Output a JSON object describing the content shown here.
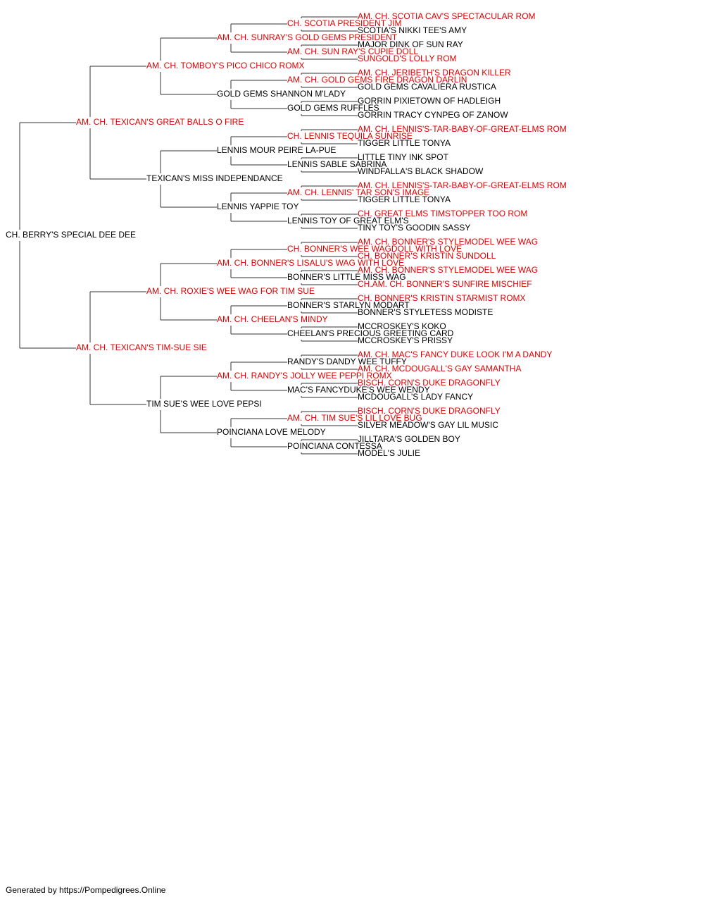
{
  "colors": {
    "champion": "#dd0000",
    "normal": "#000000",
    "line": "#333333"
  },
  "pedigree": {
    "name": "CH. BERRY'S SPECIAL DEE DEE",
    "champion": false,
    "sire": {
      "name": "AM. CH. TEXICAN'S GREAT BALLS O FIRE",
      "champion": true,
      "sire": {
        "name": "AM. CH. TOMBOY'S PICO CHICO ROMX",
        "champion": true,
        "sire": {
          "name": "AM. CH. SUNRAY'S GOLD GEMS PRESIDENT",
          "champion": true,
          "sire": {
            "name": "CH. SCOTIA PRESIDENT JIM",
            "champion": true,
            "sire": {
              "name": "AM. CH. SCOTIA CAV'S SPECTACULAR ROM",
              "champion": true
            },
            "dam": {
              "name": "SCOTIA'S NIKKI TEE'S AMY",
              "champion": false
            }
          },
          "dam": {
            "name": "AM. CH. SUN RAY'S CUPIE DOLL",
            "champion": true,
            "sire": {
              "name": "MAJOR DINK OF SUN RAY",
              "champion": false
            },
            "dam": {
              "name": "SUNGOLD'S LOLLY ROM",
              "champion": true
            }
          }
        },
        "dam": {
          "name": "GOLD GEMS SHANNON M'LADY",
          "champion": false,
          "sire": {
            "name": "AM. CH. GOLD GEMS FIRE DRAGON DARLIN",
            "champion": true,
            "sire": {
              "name": "AM. CH. JERIBETH'S DRAGON KILLER",
              "champion": true
            },
            "dam": {
              "name": "GOLD GEMS CAVALIERA RUSTICA",
              "champion": false
            }
          },
          "dam": {
            "name": "GOLD GEMS RUFFLES",
            "champion": false,
            "sire": {
              "name": "GORRIN PIXIETOWN OF HADLEIGH",
              "champion": false
            },
            "dam": {
              "name": "GORRIN TRACY CYNPEG OF ZANOW",
              "champion": false
            }
          }
        }
      },
      "dam": {
        "name": "TEXICAN'S MISS INDEPENDANCE",
        "champion": false,
        "sire": {
          "name": "LENNIS MOUR PEIRE LA-PUE",
          "champion": false,
          "sire": {
            "name": "CH. LENNIS TEQUILA SUNRISE",
            "champion": true,
            "sire": {
              "name": "AM. CH. LENNIS'S-TAR-BABY-OF-GREAT-ELMS ROM",
              "champion": true
            },
            "dam": {
              "name": "TIGGER LITTLE TONYA",
              "champion": false
            }
          },
          "dam": {
            "name": "LENNIS SABLE SABRINA",
            "champion": false,
            "sire": {
              "name": "LITTLE TINY INK SPOT",
              "champion": false
            },
            "dam": {
              "name": "WINDFALLA'S BLACK SHADOW",
              "champion": false
            }
          }
        },
        "dam": {
          "name": "LENNIS YAPPIE TOY",
          "champion": false,
          "sire": {
            "name": "AM. CH. LENNIS' TAR SON'S IMAGE",
            "champion": true,
            "sire": {
              "name": "AM. CH. LENNIS'S-TAR-BABY-OF-GREAT-ELMS ROM",
              "champion": true
            },
            "dam": {
              "name": "TIGGER LITTLE TONYA",
              "champion": false
            }
          },
          "dam": {
            "name": "LENNIS TOY OF GREAT ELM'S",
            "champion": false,
            "sire": {
              "name": "CH. GREAT ELMS TIMSTOPPER TOO ROM",
              "champion": true
            },
            "dam": {
              "name": "TINY TOY'S GOODIN SASSY",
              "champion": false
            }
          }
        }
      }
    },
    "dam": {
      "name": "AM. CH. TEXICAN'S TIM-SUE SIE",
      "champion": true,
      "sire": {
        "name": "AM. CH. ROXIE'S WEE WAG FOR TIM SUE",
        "champion": true,
        "sire": {
          "name": "AM. CH. BONNER'S LISALU'S WAG WITH LOVE",
          "champion": true,
          "sire": {
            "name": "CH. BONNER'S WEE WAGDOLL WITH LOVE",
            "champion": true,
            "sire": {
              "name": "AM. CH. BONNER'S STYLEMODEL WEE WAG",
              "champion": true
            },
            "dam": {
              "name": "CH. BONNER'S KRISTIN SUNDOLL",
              "champion": true
            }
          },
          "dam": {
            "name": "BONNER'S LITTLE MISS WAG",
            "champion": false,
            "sire": {
              "name": "AM. CH. BONNER'S STYLEMODEL WEE WAG",
              "champion": true
            },
            "dam": {
              "name": "CH.AM. CH. BONNER'S SUNFIRE MISCHIEF",
              "champion": true
            }
          }
        },
        "dam": {
          "name": "AM. CH. CHEELAN'S MINDY",
          "champion": true,
          "sire": {
            "name": "BONNER'S STARLYN MODART",
            "champion": false,
            "sire": {
              "name": "CH. BONNER'S KRISTIN STARMIST ROMX",
              "champion": true
            },
            "dam": {
              "name": "BONNER'S STYLETESS MODISTE",
              "champion": false
            }
          },
          "dam": {
            "name": "CHEELAN'S PRECIOUS GREETING CARD",
            "champion": false,
            "sire": {
              "name": "MCCROSKEY'S KOKO",
              "champion": false
            },
            "dam": {
              "name": "MCCROSKEY'S PRISSY",
              "champion": false
            }
          }
        }
      },
      "dam": {
        "name": "TIM SUE'S WEE LOVE PEPSI",
        "champion": false,
        "sire": {
          "name": "AM. CH. RANDY'S JOLLY WEE PEPPI ROMX",
          "champion": true,
          "sire": {
            "name": "RANDY'S DANDY WEE TUFFY",
            "champion": false,
            "sire": {
              "name": "AM. CH. MAC'S FANCY DUKE LOOK I'M A DANDY",
              "champion": true
            },
            "dam": {
              "name": "AM. CH. MCDOUGALL'S GAY SAMANTHA",
              "champion": true
            }
          },
          "dam": {
            "name": "MAC'S FANCYDUKE'S WEE WENDY",
            "champion": false,
            "sire": {
              "name": "BISCH. CORN'S DUKE DRAGONFLY",
              "champion": true
            },
            "dam": {
              "name": "MCDOUGALL'S LADY FANCY",
              "champion": false
            }
          }
        },
        "dam": {
          "name": "POINCIANA LOVE MELODY",
          "champion": false,
          "sire": {
            "name": "AM. CH. TIM SUE'S LIL LOVE BUG",
            "champion": true,
            "sire": {
              "name": "BISCH. CORN'S DUKE DRAGONFLY",
              "champion": true
            },
            "dam": {
              "name": "SILVER MEADOW'S GAY LIL MUSIC",
              "champion": false
            }
          },
          "dam": {
            "name": "POINCIANA CONTESSA",
            "champion": false,
            "sire": {
              "name": "JILLTARA'S GOLDEN BOY",
              "champion": false
            },
            "dam": {
              "name": "MODEL'S JULIE",
              "champion": false
            }
          }
        }
      }
    }
  },
  "footer": "Generated by https://Pompedigrees.Online"
}
